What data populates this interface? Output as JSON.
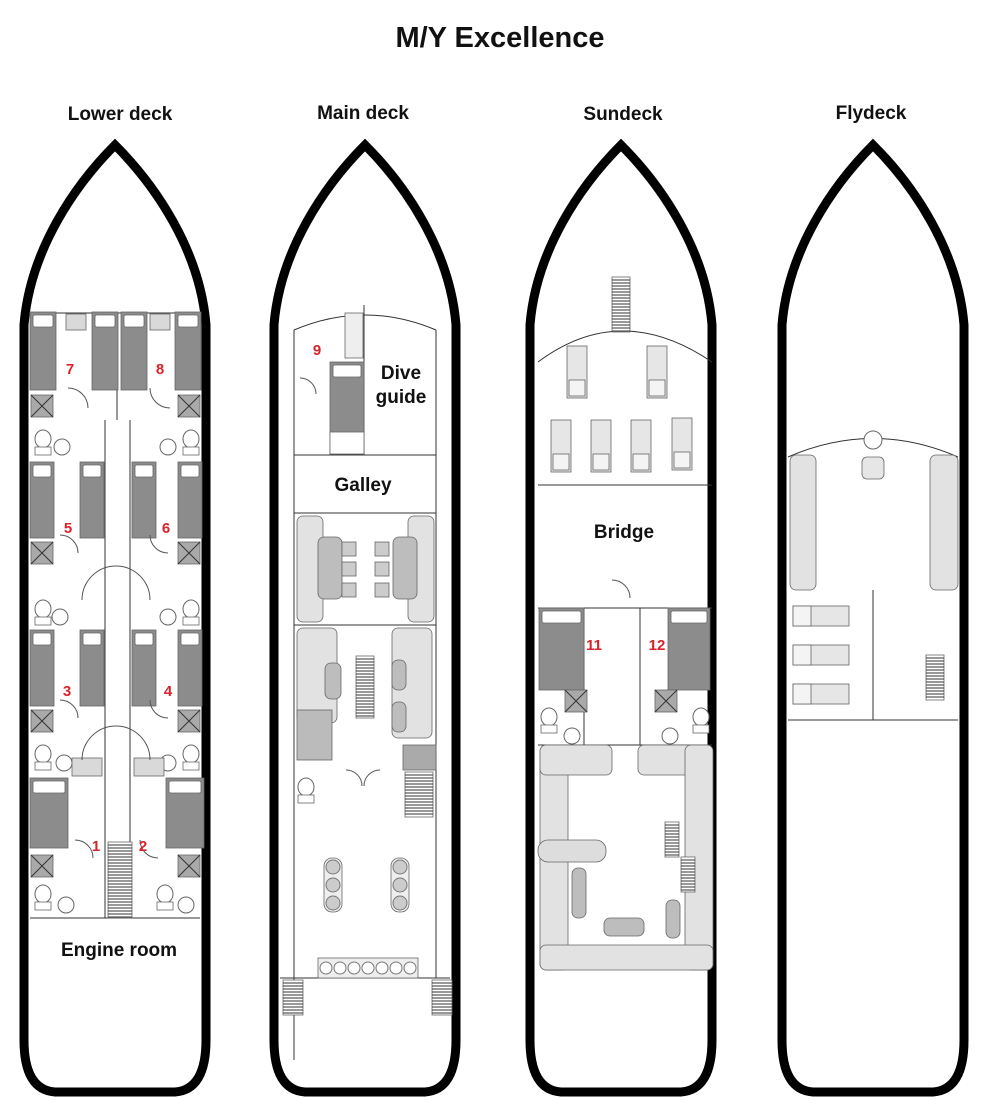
{
  "title": "M/Y Excellence",
  "decks": [
    {
      "name": "Lower deck",
      "rooms": [
        "Engine room"
      ],
      "cabins": [
        "7",
        "8",
        "5",
        "6",
        "3",
        "4",
        "1",
        "2"
      ]
    },
    {
      "name": "Main deck",
      "rooms": [
        "Dive",
        "guide",
        "Galley"
      ],
      "cabins": [
        "9"
      ]
    },
    {
      "name": "Sundeck",
      "rooms": [
        "Bridge"
      ],
      "cabins": [
        "11",
        "12"
      ]
    },
    {
      "name": "Flydeck",
      "rooms": [],
      "cabins": []
    }
  ],
  "colors": {
    "hull": "#000000",
    "bed": "#8c8c8c",
    "furniture": "#d9d9d9",
    "cabin_number": "#d8232a"
  }
}
